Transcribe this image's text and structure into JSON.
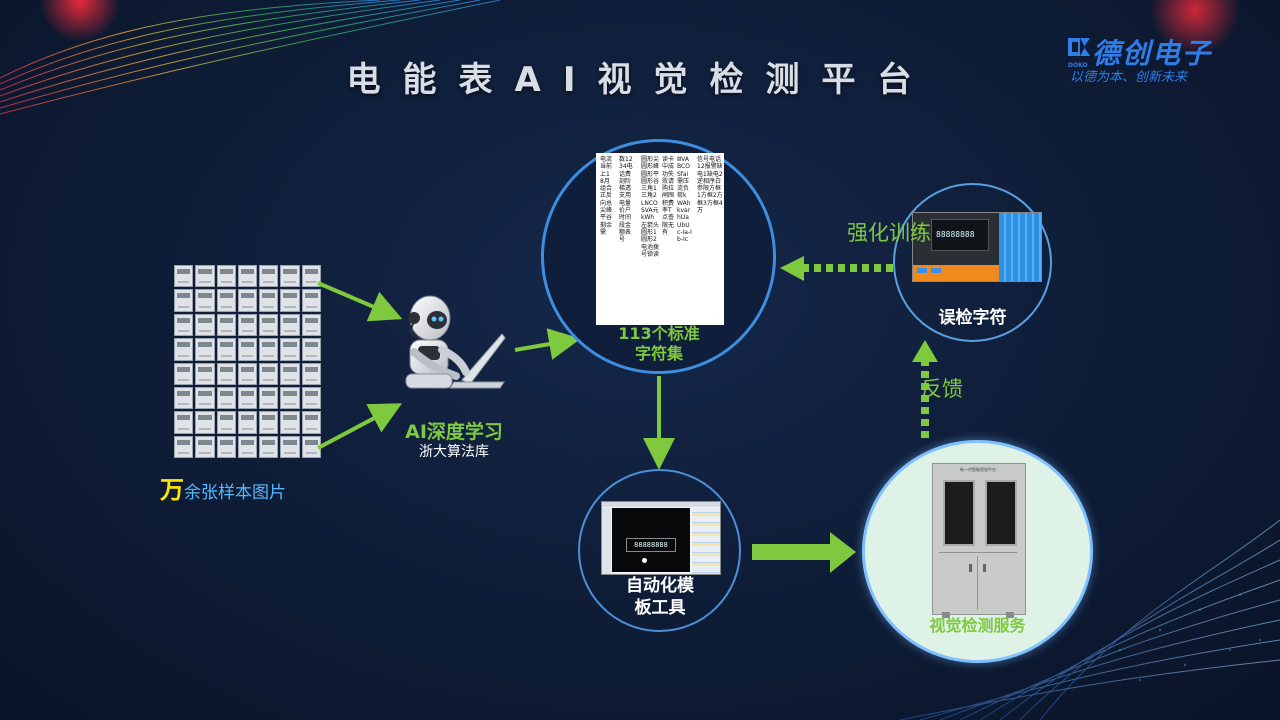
{
  "title": "电能表AI视觉检测平台",
  "logo": {
    "name": "德创电子",
    "slogan": "以德为本、创新未来",
    "mark_text": "DOKO"
  },
  "samples": {
    "highlight": "万",
    "text": "余张样本图片"
  },
  "ai": {
    "title": "AI深度学习",
    "subtitle": "浙大算法库"
  },
  "charset": {
    "label_line1": "113个标准",
    "label_line2": "字符集",
    "columns": [
      "电流当前上1 8月组合正反向总尖峰平谷剩余需",
      "数1234电话费剖阶梯透支用电量价户时间段金额表号",
      "圆形尖圆形峰圆形平圆形谷三角1三角2LNCOSVA元kWh左箭头圆形1圆形2电池拨号锁读",
      "读卡中成功失败请购拉闸囤积费率T点查限无有",
      "ⅢVABCOSfai需压流负荷kWAhkvarhUaUbUc-Ia-Ib-Ic",
      "信号电话12报警缺电1缺电2逆相序白参限方框1方框2方框3方框4万"
    ]
  },
  "feedback_loop": {
    "reinforce": "强化训练",
    "feedback": "反馈",
    "misdetect": "误检字符"
  },
  "tool": {
    "label_line1": "自动化模",
    "label_line2": "板工具",
    "display_digits": "88888888"
  },
  "detect": {
    "label": "视觉检测服务",
    "cabinet_caption": "新一代智能视觉平台"
  },
  "colors": {
    "accent_green": "#7fc93f",
    "ring_blue": "#3d8ee0",
    "brand_blue": "#2f7de8",
    "background": "#0e1c36"
  }
}
